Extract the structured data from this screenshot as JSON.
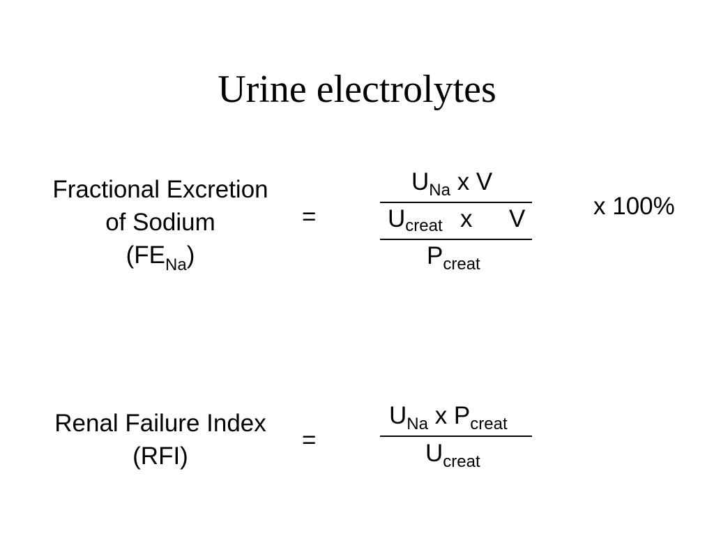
{
  "slide": {
    "title": "Urine electrolytes"
  },
  "fena": {
    "label_line1": "Fractional Excretion",
    "label_line2": "of Sodium",
    "label_abbrev_open": "(FE",
    "label_abbrev_sub": "Na",
    "label_abbrev_close": ")",
    "equals": "=",
    "num_u": "U",
    "num_u_sub": "Na",
    "num_rest": " x V",
    "mid_u": "U",
    "mid_u_sub": "creat",
    "mid_x": "x",
    "mid_v": "V",
    "den_p": "P",
    "den_p_sub": "creat",
    "multiplier": "x 100%"
  },
  "rfi": {
    "label_line1": "Renal Failure Index",
    "label_line2": "(RFI)",
    "equals": "=",
    "num_u": "U",
    "num_u_sub": "Na",
    "num_x": " x P",
    "num_p_sub": "creat",
    "den_u": "U",
    "den_u_sub": "creat"
  }
}
